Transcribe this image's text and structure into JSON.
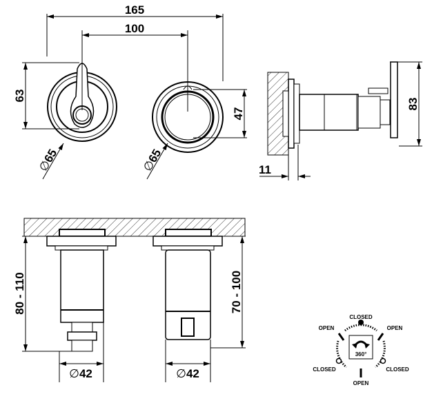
{
  "dimensions": {
    "width_total": "165",
    "center_distance": "100",
    "handle_height": "63",
    "left_diameter": "65",
    "right_diameter": "65",
    "inner_diameter": "47",
    "side_depth": "83",
    "escutcheon_thickness": "11",
    "left_install_depth": "80 - 110",
    "right_install_depth": "70 - 100",
    "left_body_diameter": "42",
    "right_body_diameter": "42"
  },
  "rotation_legend": {
    "top": "CLOSED",
    "upper_left": "OPEN",
    "upper_right": "OPEN",
    "lower_left": "CLOSED",
    "lower_right": "CLOSED",
    "bottom": "OPEN",
    "rotation": "360°"
  },
  "diameter_symbol": "∅"
}
